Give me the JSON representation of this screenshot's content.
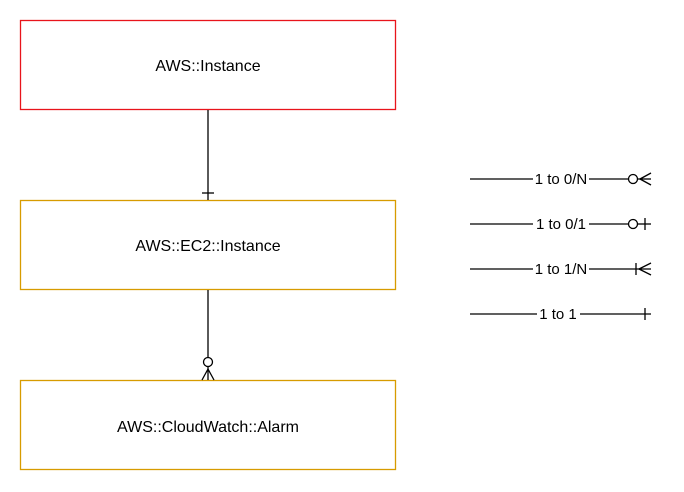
{
  "entities": [
    {
      "id": "aws-instance",
      "label": "AWS::Instance",
      "border_color": "#e8141b"
    },
    {
      "id": "ec2-instance",
      "label": "AWS::EC2::Instance",
      "border_color": "#d79b00"
    },
    {
      "id": "cloudwatch-alarm",
      "label": "AWS::CloudWatch::Alarm",
      "border_color": "#d79b00"
    }
  ],
  "relationships": [
    {
      "from": "aws-instance",
      "to": "ec2-instance",
      "cardinality": "1 to 1"
    },
    {
      "from": "ec2-instance",
      "to": "cloudwatch-alarm",
      "cardinality": "1 to 0/N"
    }
  ],
  "legend": [
    {
      "label": "1 to 0/N",
      "marker": "zero-or-many"
    },
    {
      "label": "1 to 0/1",
      "marker": "zero-or-one"
    },
    {
      "label": "1 to 1/N",
      "marker": "one-or-many"
    },
    {
      "label": "1 to 1",
      "marker": "one"
    }
  ],
  "colors": {
    "line": "#000000",
    "background": "#ffffff"
  }
}
